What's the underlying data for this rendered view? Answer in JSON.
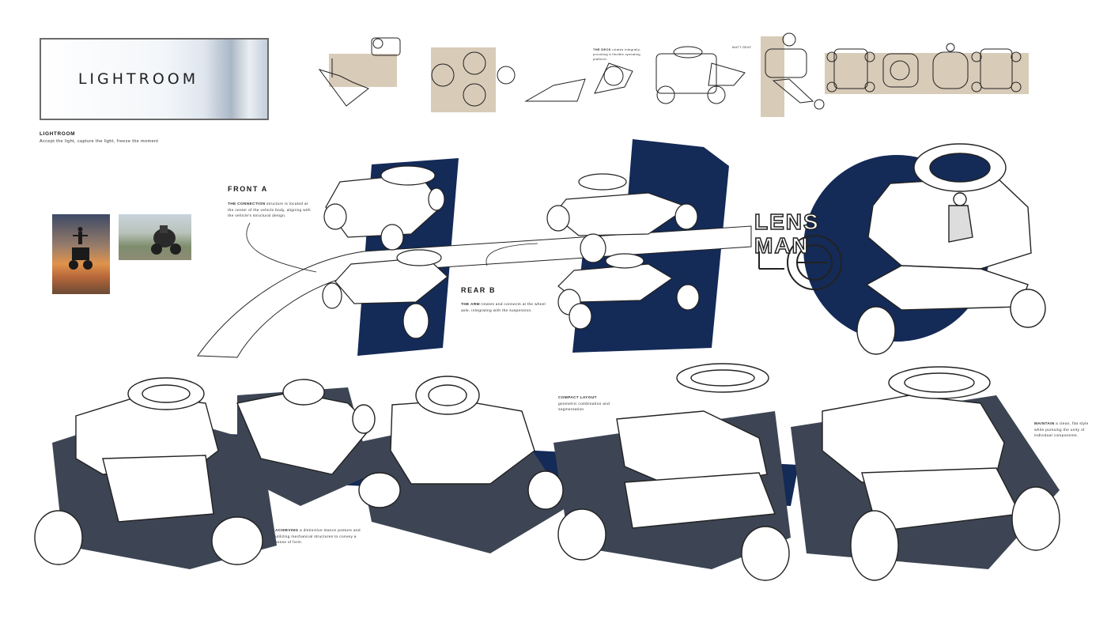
{
  "board": {
    "title": "LIGHTROOM",
    "subtitle_heading": "LIGHTROOM",
    "subtitle_text": "Accept the light, capture the light, freeze the moment",
    "front_heading": "FRONT A",
    "front_note_bold": "THE CONNECTION",
    "front_note_text": " structure is located at the center of the vehicle body, aligning with the vehicle's structural design.",
    "rear_heading": "REAR B",
    "rear_note_bold": "THE ARM",
    "rear_note_text": " rotates and connects at the wheel axle, integrating with the suspension.",
    "deck_note_bold": "THE DECK",
    "deck_note_text": " rotates integrally, providing a flexible operating platform.",
    "matte_note": "MATT-SEAT",
    "compact_heading": "COMPACT LAYOUT",
    "compact_text": "geometric combination and segmentation",
    "achieving_bold": "ACHIEVING",
    "achieving_text": " a distinctive stance posture and utilizing mechanical structures to convey a sense of form.",
    "maintain_bold": "MAINTAIN",
    "maintain_text": " a clean, flat style while pursuing the unity of individual components.",
    "logo_line1": "LENS",
    "logo_line2": "MAN"
  },
  "colors": {
    "navy": "#142a57",
    "tan": "#d8cbb8",
    "shadow": "#3d4554"
  },
  "icons": {
    "logo_mark": "lens-logo-icon"
  }
}
